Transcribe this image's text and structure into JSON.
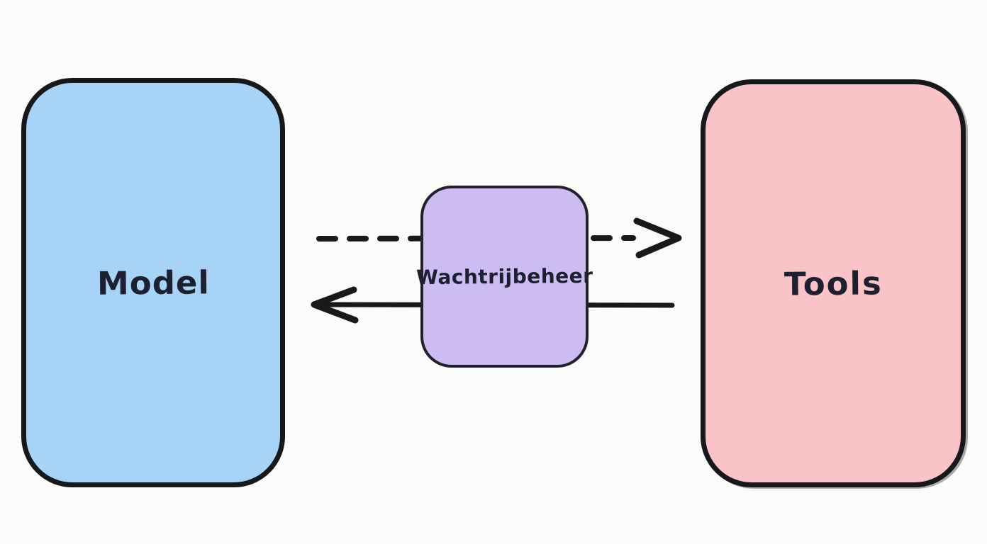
{
  "diagram": {
    "style": "hand-drawn whiteboard sketch",
    "background_color": "#fbfbf9",
    "nodes": [
      {
        "id": "model",
        "label": "Model",
        "fill": "#a7d3f7",
        "border": "#17181c",
        "text_color": "#1d2030"
      },
      {
        "id": "wachtrijbeheer",
        "label": "Wachtrijbeheer",
        "fill": "#ccbcf2",
        "border": "#23202b",
        "text_color": "#1d2030"
      },
      {
        "id": "tools",
        "label": "Tools",
        "fill": "#f9c3c7",
        "border": "#17181c",
        "text_color": "#1d2030"
      }
    ],
    "edges": [
      {
        "id": "model-to-tools",
        "from": "model",
        "to": "tools",
        "style": "dashed",
        "direction": "right",
        "color": "#191919",
        "passes_through": "wachtrijbeheer"
      },
      {
        "id": "tools-to-model",
        "from": "tools",
        "to": "model",
        "style": "solid",
        "direction": "left",
        "color": "#191919",
        "passes_through": "wachtrijbeheer"
      }
    ]
  }
}
